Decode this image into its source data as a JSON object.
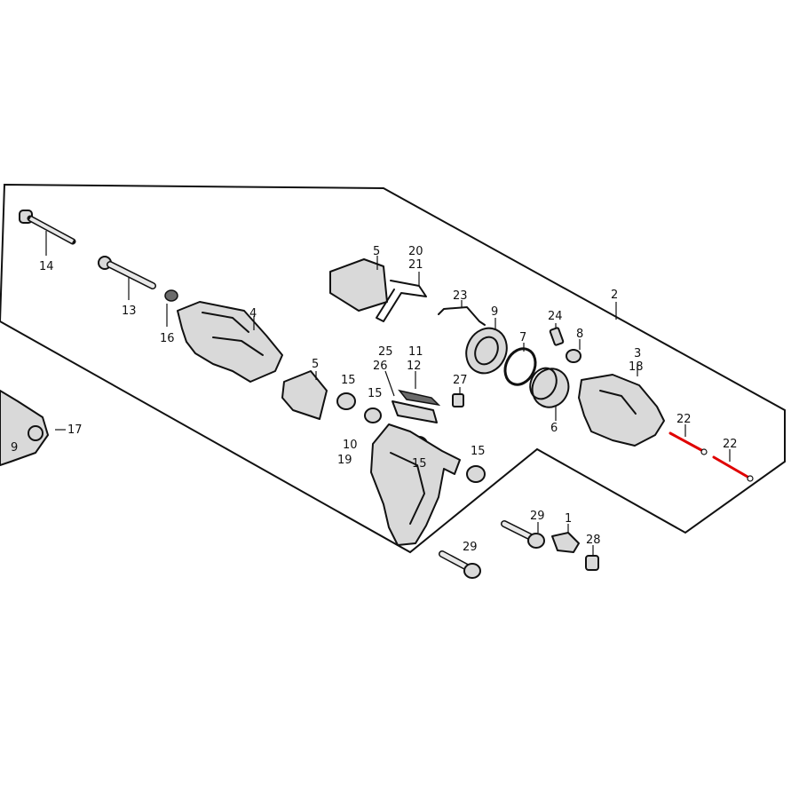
{
  "colors": {
    "highlight": "#e00000",
    "ink": "#111111"
  },
  "labels": {
    "l1": "1",
    "l2": "2",
    "l3": "3",
    "l3b": "18",
    "l4": "4",
    "l5a": "5",
    "l5b": "5",
    "l6": "6",
    "l7": "7",
    "l8": "8",
    "l9": "9",
    "l10": "10",
    "l10b": "19",
    "l11": "11",
    "l11b": "12",
    "l13": "13",
    "l14": "14",
    "l15a": "15",
    "l15b": "15",
    "l15c": "15",
    "l15d": "15",
    "l16": "16",
    "l17": "17",
    "l20": "20",
    "l20b": "21",
    "l22a": "22",
    "l22b": "22",
    "l23": "23",
    "l24": "24",
    "l25": "25",
    "l25b": "26",
    "l27": "27",
    "l28": "28",
    "l29a": "29",
    "l29b": "29",
    "l9b": "9"
  }
}
